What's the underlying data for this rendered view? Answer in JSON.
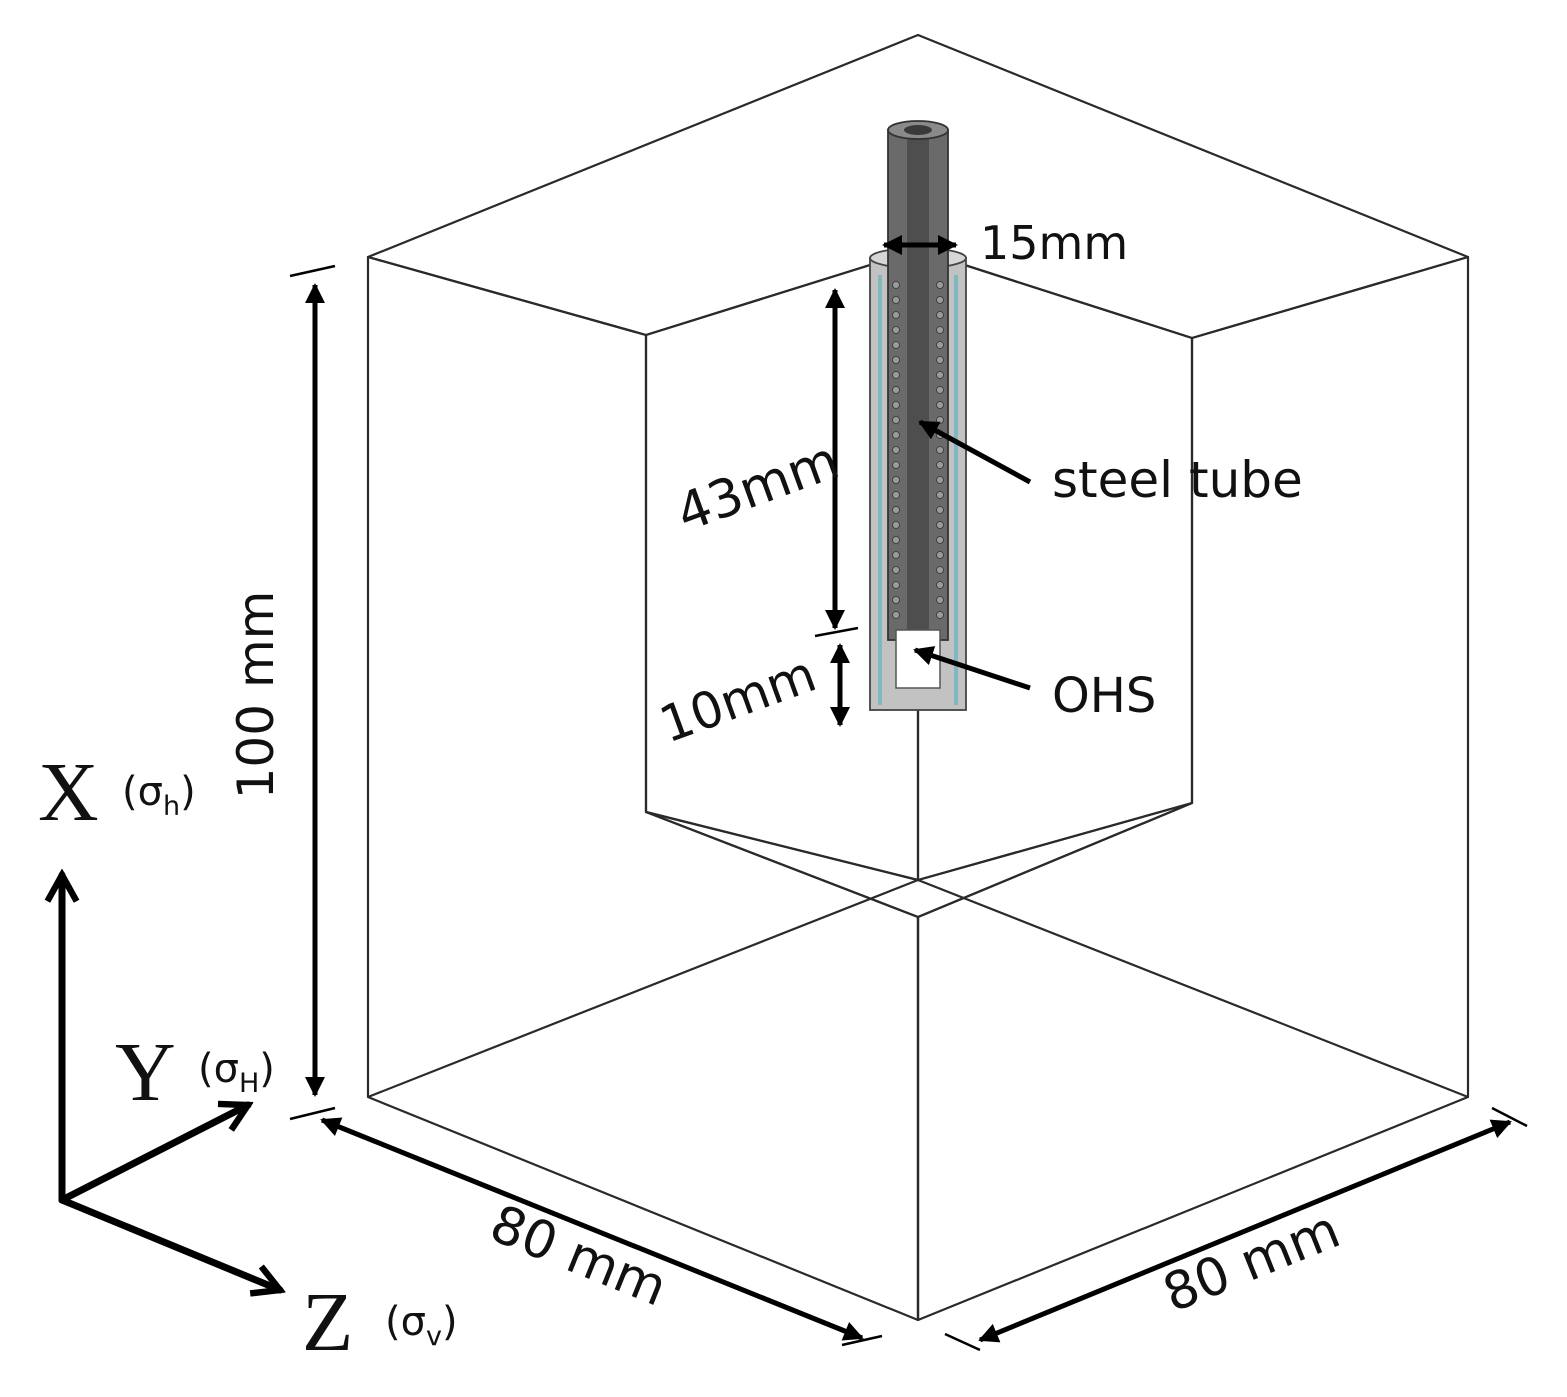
{
  "labels": {
    "width_15": "15mm",
    "depth_43": "43mm",
    "depth_10": "10mm",
    "steel_tube": "steel tube",
    "ohs": "OHS",
    "height_100": "100 mm",
    "side_80_left": "80 mm",
    "side_80_right": "80 mm"
  },
  "axes": {
    "x": {
      "letter": "X",
      "stress": "(σ",
      "sub": "h",
      "close": ")"
    },
    "y": {
      "letter": "Y",
      "stress": "(σ",
      "sub": "H",
      "close": ")"
    },
    "z": {
      "letter": "Z",
      "stress": "(σ",
      "sub": "v",
      "close": ")"
    }
  },
  "colors": {
    "block": "#a9a9a9",
    "block_inner": "#a4a4a4",
    "tube_dark": "#5e5e5e",
    "sleeve": "#bdbdbd",
    "sleeve_accent": "#7fb9bf"
  }
}
